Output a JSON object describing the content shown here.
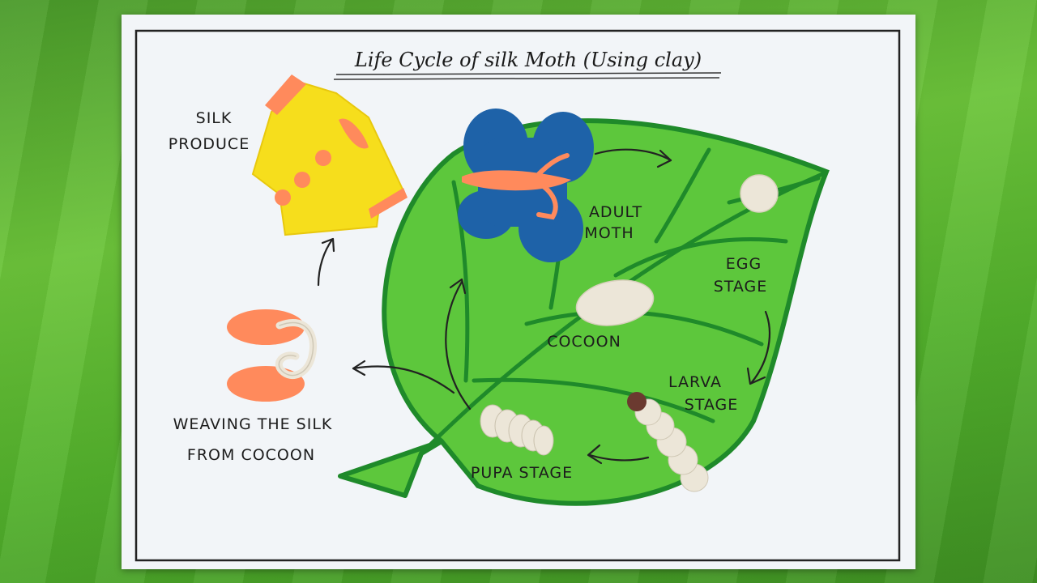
{
  "title": "Life Cycle of silk Moth (Using clay)",
  "labels": {
    "silk_produce_1": "SILK",
    "silk_produce_2": "PRODUCE",
    "adult_moth_1": "ADULT",
    "adult_moth_2": "MOTH",
    "egg_stage_1": "EGG",
    "egg_stage_2": "STAGE",
    "cocoon": "COCOON",
    "larva_stage_1": "LARVA",
    "larva_stage_2": "STAGE",
    "pupa_stage": "PUPA STAGE",
    "weaving_1": "WEAVING THE SILK",
    "weaving_2": "FROM COCOON"
  },
  "colors": {
    "leaf": "#5dc73c",
    "leaf_outline": "#1f8a2a",
    "moth_wings": "#1e62a8",
    "clay_orange": "#ff8a5c",
    "shirt_yellow": "#f6de1c",
    "clay_white": "#ece6d8"
  },
  "icons": [
    "arrow-icon",
    "moth-icon",
    "shirt-icon",
    "egg-icon",
    "cocoon-icon",
    "larva-icon",
    "pupa-icon",
    "silk-reel-icon"
  ]
}
